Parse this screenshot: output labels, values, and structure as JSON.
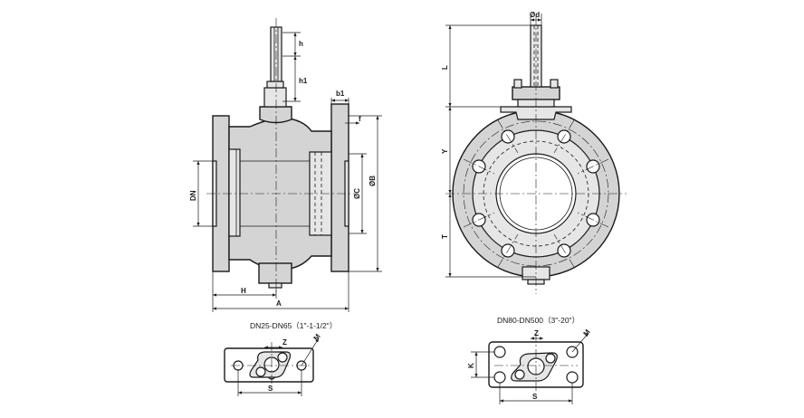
{
  "captions": {
    "left": "DN25-DN65（1\"-1-1/2\"）",
    "right": "DN80-DN500（3\"-20\"）"
  },
  "dims": {
    "h": "h",
    "h1": "h1",
    "b1": "b1",
    "f": "f",
    "dn": "DN",
    "c": "ØC",
    "b": "ØB",
    "hh": "H",
    "a": "A",
    "d": "Ød",
    "l": "L",
    "y": "Y",
    "t": "T",
    "z": "Z",
    "m": "M",
    "s": "S",
    "k": "K"
  }
}
